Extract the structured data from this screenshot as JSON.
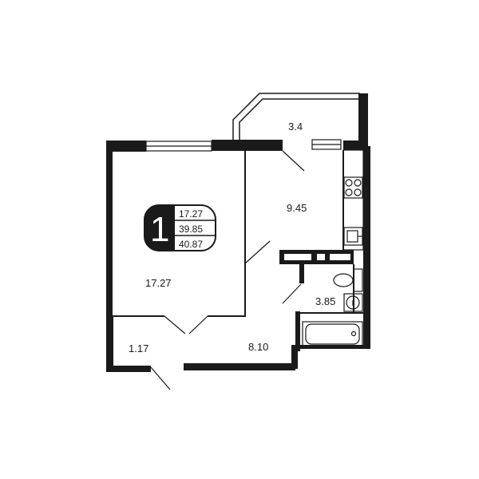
{
  "plan": {
    "badge": {
      "rooms": "1",
      "living_area": "17.27",
      "total_area": "39.85",
      "total_area_with_balcony": "40.87"
    },
    "rooms": [
      {
        "id": "living-room",
        "area": "17.27"
      },
      {
        "id": "kitchen",
        "area": "9.45"
      },
      {
        "id": "balcony",
        "area": "3.4"
      },
      {
        "id": "bathroom",
        "area": "3.85"
      },
      {
        "id": "hall",
        "area": "8.10"
      },
      {
        "id": "closet",
        "area": "1.17"
      }
    ]
  },
  "colors": {
    "wall": "#1a1a1a",
    "background": "#ffffff",
    "badge": "#1a1a1a"
  },
  "icons": [
    "stove-icon",
    "sink-icon",
    "toilet-icon",
    "washbasin-icon",
    "bathtub-icon",
    "window-icon"
  ]
}
